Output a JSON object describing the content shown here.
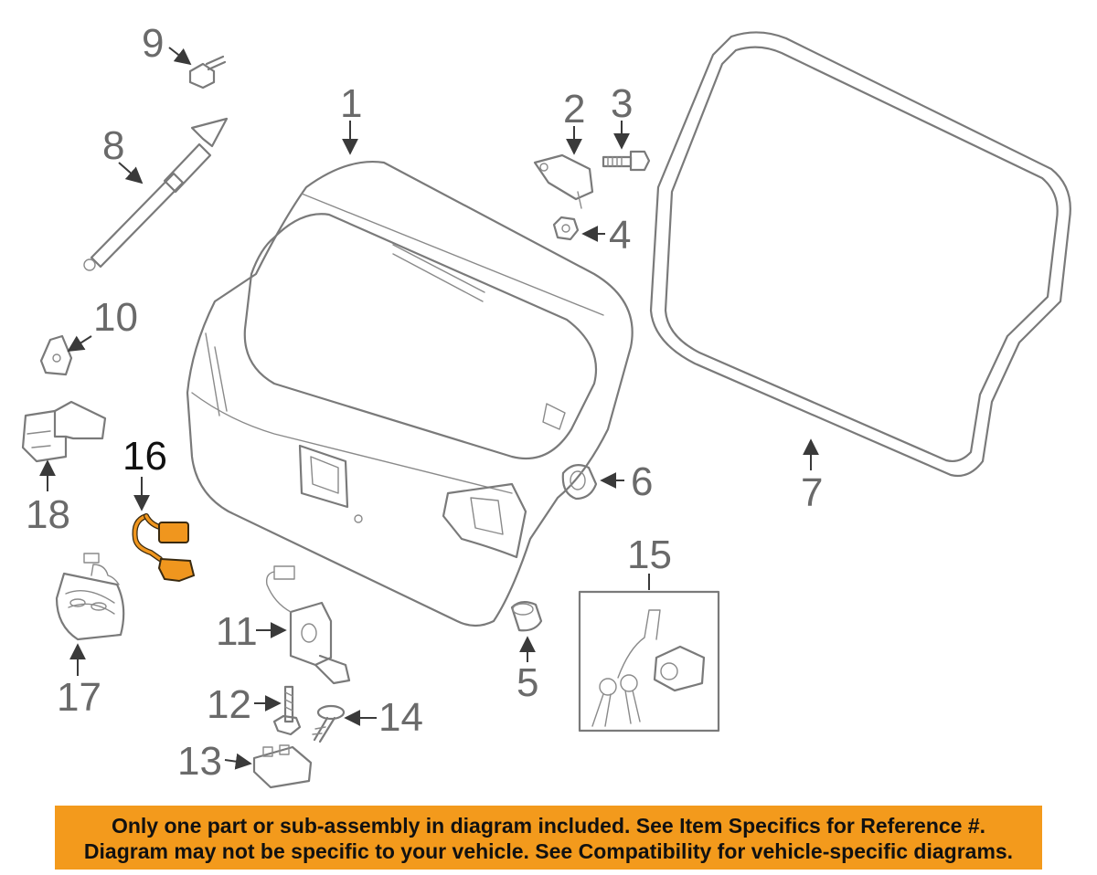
{
  "callouts": {
    "c1": "1",
    "c2": "2",
    "c3": "3",
    "c4": "4",
    "c5": "5",
    "c6": "6",
    "c7": "7",
    "c8": "8",
    "c9": "9",
    "c10": "10",
    "c11": "11",
    "c12": "12",
    "c13": "13",
    "c14": "14",
    "c15": "15",
    "c16": "16",
    "c17": "17",
    "c18": "18"
  },
  "highlight_part": "16",
  "colors": {
    "highlight": "#f0961e",
    "notice_bg": "#f39a1c",
    "parts": "#7a7a7a"
  },
  "notice": {
    "line1": "Only one part or sub-assembly in diagram included. See Item Specifics for Reference #.",
    "line2": "Diagram may not be specific to your vehicle. See Compatibility for vehicle-specific diagrams."
  }
}
